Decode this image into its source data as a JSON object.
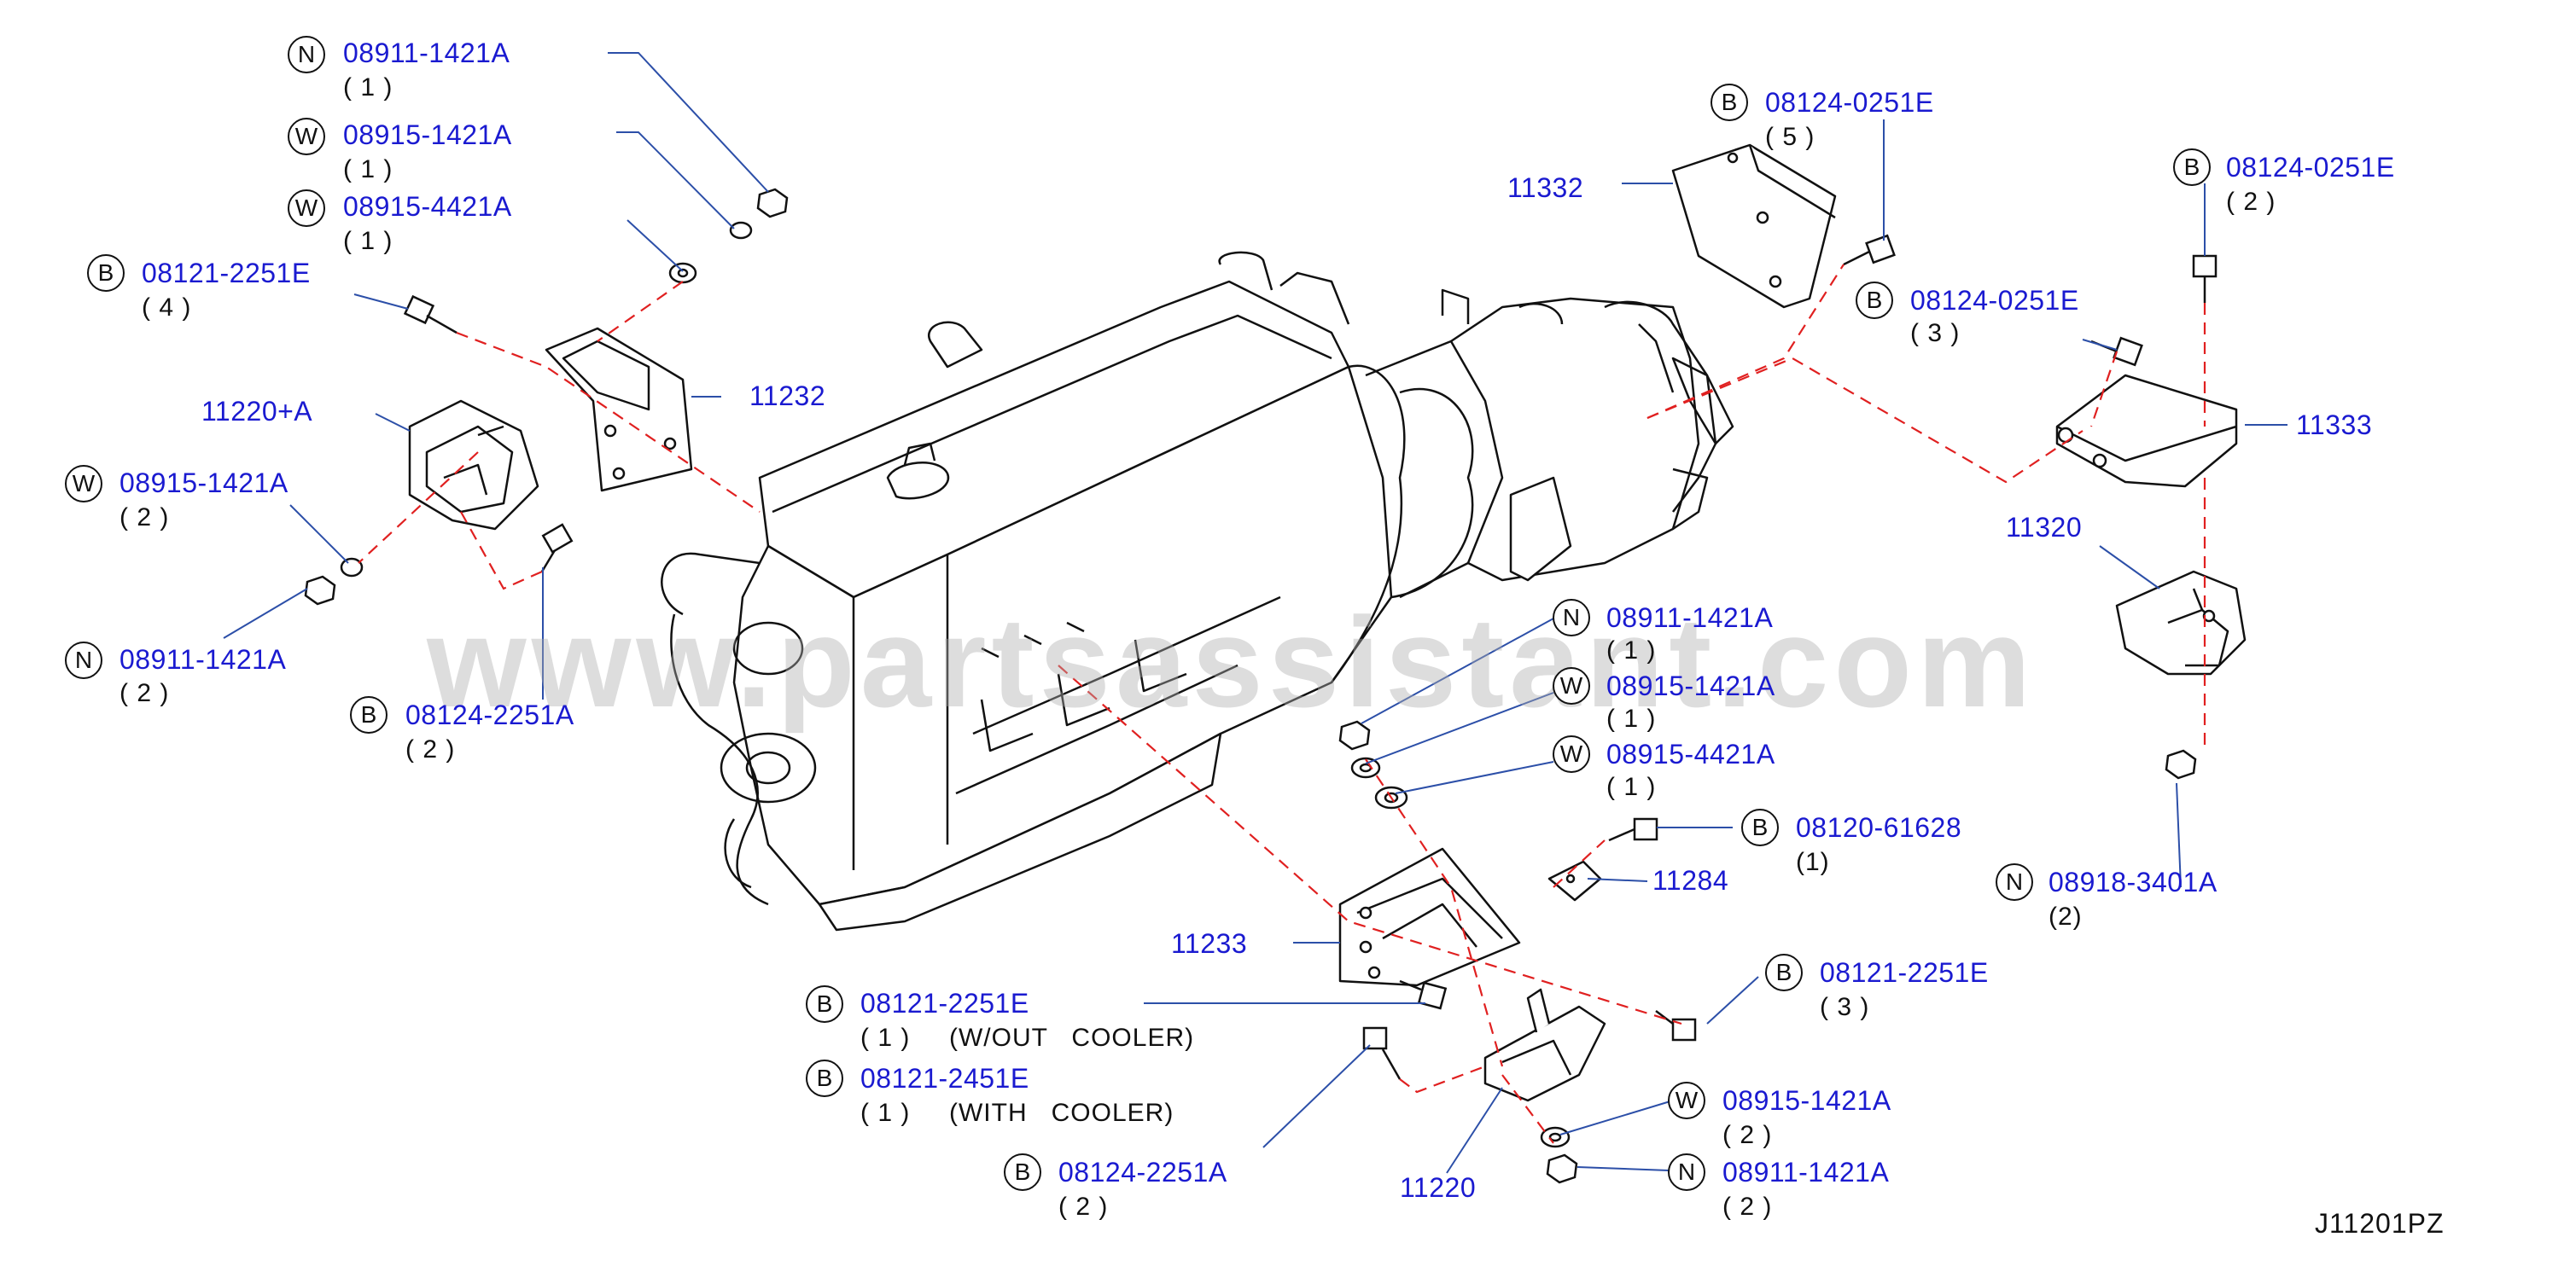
{
  "diagram_code": "J11201PZ",
  "watermark": "www.partsassistant.com",
  "colors": {
    "leader": "#2c4fa8",
    "dash": "#e02020",
    "line": "#111111",
    "partno": "#1a1ad0"
  },
  "callouts": [
    {
      "id": "c1",
      "type": "N",
      "part": "08911-1421A",
      "qty": "( 1 )"
    },
    {
      "id": "c2",
      "type": "W",
      "part": "08915-1421A",
      "qty": "( 1 )"
    },
    {
      "id": "c3",
      "type": "W",
      "part": "08915-4421A",
      "qty": "( 1 )"
    },
    {
      "id": "c4",
      "type": "B",
      "part": "08121-2251E",
      "qty": "( 4 )"
    },
    {
      "id": "c5",
      "type": "W",
      "part": "08915-1421A",
      "qty": "( 2 )"
    },
    {
      "id": "c6",
      "type": "N",
      "part": "08911-1421A",
      "qty": "( 2 )"
    },
    {
      "id": "c7",
      "type": "B",
      "part": "08124-2251A",
      "qty": "( 2 )"
    },
    {
      "id": "c8",
      "type": "B",
      "part": "08124-0251E",
      "qty": "( 5 )"
    },
    {
      "id": "c9",
      "type": "B",
      "part": "08124-0251E",
      "qty": "( 2 )"
    },
    {
      "id": "c10",
      "type": "B",
      "part": "08124-0251E",
      "qty": "( 3 )"
    },
    {
      "id": "c11",
      "type": "N",
      "part": "08911-1421A",
      "qty": "( 1 )"
    },
    {
      "id": "c12",
      "type": "W",
      "part": "08915-1421A",
      "qty": "( 1 )"
    },
    {
      "id": "c13",
      "type": "W",
      "part": "08915-4421A",
      "qty": "( 1 )"
    },
    {
      "id": "c14",
      "type": "B",
      "part": "08120-61628",
      "qty": "(1)"
    },
    {
      "id": "c15",
      "type": "N",
      "part": "08918-3401A",
      "qty": "(2)"
    },
    {
      "id": "c16",
      "type": "B",
      "part": "08121-2251E",
      "qty": "( 3 )"
    },
    {
      "id": "c17",
      "type": "B",
      "part": "08121-2251E",
      "qty": "( 1 )",
      "note": "(W/OUT   COOLER)"
    },
    {
      "id": "c18",
      "type": "B",
      "part": "08121-2451E",
      "qty": "( 1 )",
      "note": "(WITH   COOLER)"
    },
    {
      "id": "c19",
      "type": "B",
      "part": "08124-2251A",
      "qty": "( 2 )"
    },
    {
      "id": "c20",
      "type": "W",
      "part": "08915-1421A",
      "qty": "( 2 )"
    },
    {
      "id": "c21",
      "type": "N",
      "part": "08911-1421A",
      "qty": "( 2 )"
    }
  ],
  "part_labels": [
    {
      "id": "p1",
      "text": "11232"
    },
    {
      "id": "p2",
      "text": "11220+A"
    },
    {
      "id": "p3",
      "text": "11332"
    },
    {
      "id": "p4",
      "text": "11333"
    },
    {
      "id": "p5",
      "text": "11320"
    },
    {
      "id": "p6",
      "text": "11284"
    },
    {
      "id": "p7",
      "text": "11233"
    },
    {
      "id": "p8",
      "text": "11220"
    }
  ]
}
